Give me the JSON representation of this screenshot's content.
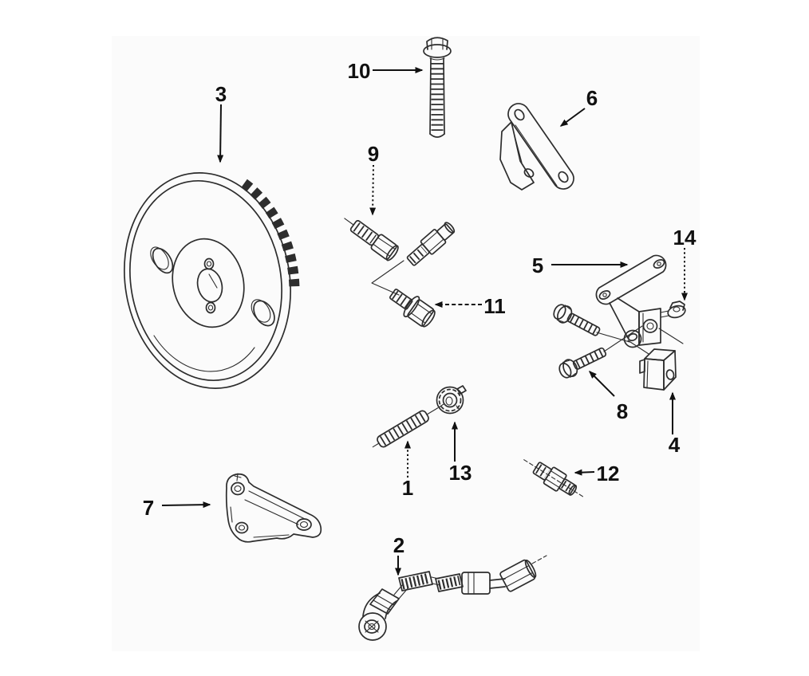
{
  "diagram": {
    "description": "Exploded parts line-art diagram with numbered callouts",
    "colors": {
      "background": "#ffffff",
      "scan_area": "#fbfbfb",
      "line": "#2d2d2d",
      "label": "#101010"
    },
    "callouts": [
      {
        "number": "1",
        "part": "threaded-stud"
      },
      {
        "number": "2",
        "part": "hose-assembly"
      },
      {
        "number": "3",
        "part": "gear"
      },
      {
        "number": "4",
        "part": "spacer-block"
      },
      {
        "number": "5",
        "part": "mounting-bracket"
      },
      {
        "number": "6",
        "part": "support-bracket"
      },
      {
        "number": "7",
        "part": "clamp-bracket"
      },
      {
        "number": "8",
        "part": "flange-bolts"
      },
      {
        "number": "9",
        "part": "fitting-pair"
      },
      {
        "number": "10",
        "part": "long-bolt"
      },
      {
        "number": "11",
        "part": "fitting"
      },
      {
        "number": "12",
        "part": "fitting"
      },
      {
        "number": "13",
        "part": "lock-nut"
      },
      {
        "number": "14",
        "part": "flange-nut"
      }
    ]
  }
}
